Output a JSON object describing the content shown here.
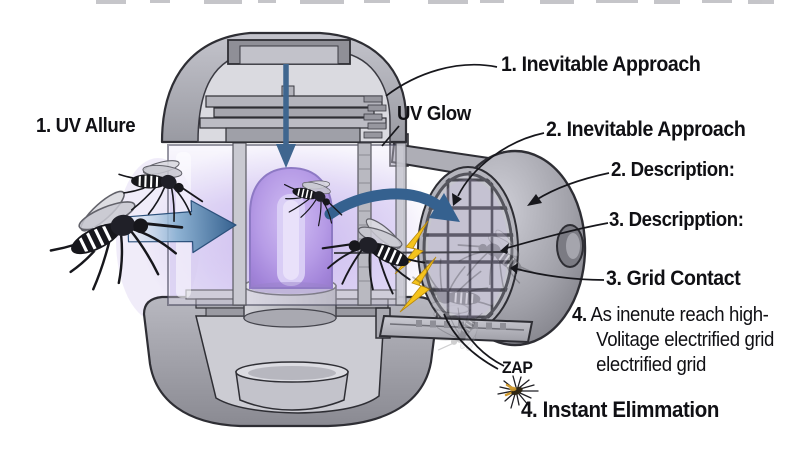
{
  "figure": {
    "type": "cutaway-diagram",
    "subject": "UV mosquito zapper device"
  },
  "labels": {
    "uv_allure": "1. UV Allure",
    "inevitable_approach_1": "1. Inevitable Approach",
    "uv_glow": "UV Glow",
    "inevitable_approach_2": "2. Inevitable Approach",
    "description_2": "2. Description:",
    "descripption_3": "3. Descripption:",
    "grid_contact": "3. Grid Contact",
    "step4": {
      "number": "4.",
      "lines": [
        "As inenute reach high-",
        "Volitage electrified grid",
        "electrified grid"
      ]
    },
    "zap": "ZAP",
    "instant_elimination": "4. Instant Elimmation"
  },
  "colors": {
    "background": "#ffffff",
    "text": "#101014",
    "device_gray": "#a8a8b0",
    "device_gray_dark": "#85858d",
    "device_gray_light": "#d9d9df",
    "outline": "#2e2e34",
    "uv_purple": "#8a5fd0",
    "uv_glow_light": "#c9b9ee",
    "arrow_blue": "#35618f",
    "lightning_yellow": "#f5c31c"
  }
}
